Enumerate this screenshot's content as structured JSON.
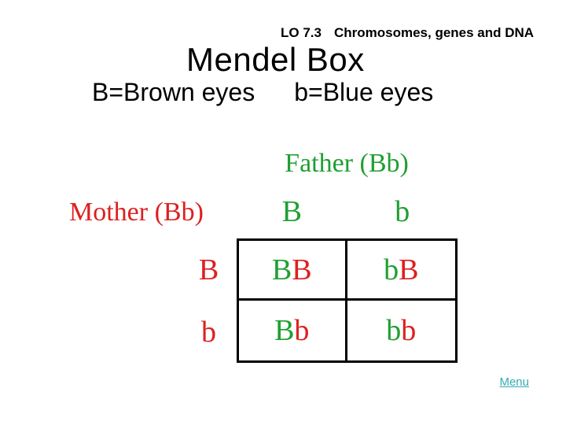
{
  "colors": {
    "green": "#1f9f32",
    "red": "#dd2020",
    "link": "#35acb1",
    "ink": "#000000"
  },
  "header": {
    "lo_label": "LO 7.3",
    "topic": "Chromosomes, genes and DNA",
    "title": "Mendel Box"
  },
  "legend": {
    "brown": "B=Brown eyes",
    "blue": "b=Blue eyes"
  },
  "punnett": {
    "father_label": "Father (Bb)",
    "mother_label": "Mother (Bb)",
    "father_alleles": [
      "B",
      "b"
    ],
    "mother_alleles": [
      "B",
      "b"
    ],
    "cells": [
      {
        "f": "B",
        "m": "B"
      },
      {
        "f": "b",
        "m": "B"
      },
      {
        "f": "B",
        "m": "b"
      },
      {
        "f": "b",
        "m": "b"
      }
    ]
  },
  "footer": {
    "menu_label": "Menu"
  }
}
